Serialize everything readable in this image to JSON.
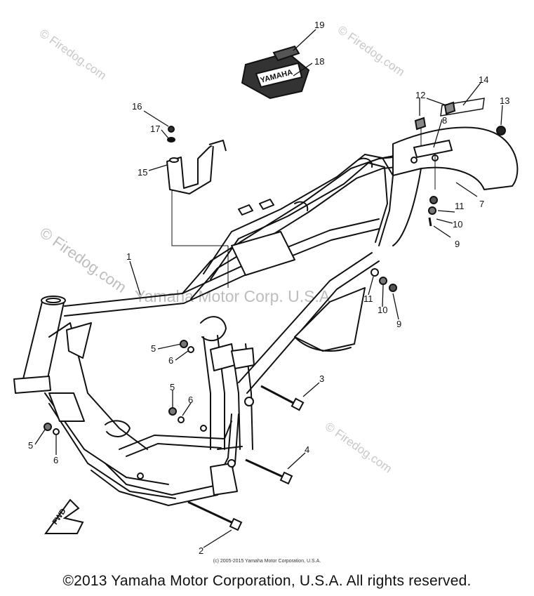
{
  "callouts": [
    "1",
    "2",
    "3",
    "4",
    "5",
    "6",
    "5",
    "6",
    "5",
    "6",
    "7",
    "8",
    "9",
    "10",
    "11",
    "9",
    "10",
    "11",
    "12",
    "13",
    "14",
    "15",
    "16",
    "17",
    "18",
    "19"
  ],
  "fwd_label": "FWD",
  "emblem_text": "YAMAHA",
  "watermark_text": "© Firedog.com",
  "watermark_text_plain": "Firedog.com",
  "center_watermark": "Yamaha Motor Corp. U.S.A.",
  "footer": {
    "small": "(c) 2005-2015 Yamaha Motor Corporation, U.S.A.",
    "main": "©2013 Yamaha Motor Corporation, U.S.A. All rights reserved."
  }
}
